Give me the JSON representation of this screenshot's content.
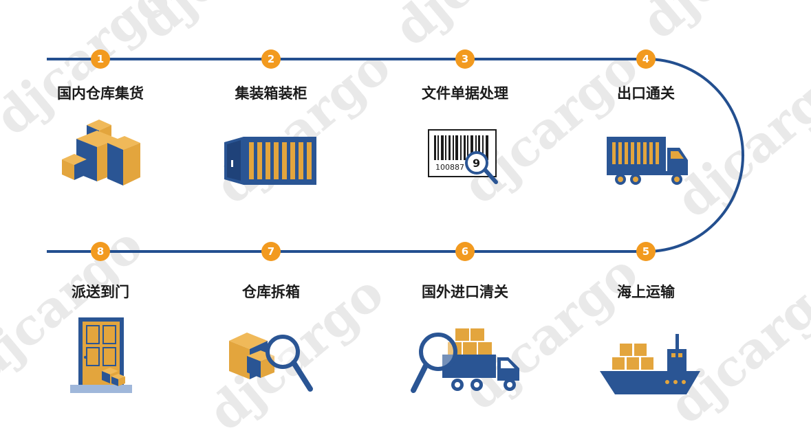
{
  "watermark": "djcargo",
  "colors": {
    "line": "#234f8f",
    "accent": "#f29a1f",
    "navy": "#2a5594",
    "gold": "#e3a53d"
  },
  "steps": [
    {
      "number": "1",
      "label": "国内仓库集货",
      "icon": "boxes-icon"
    },
    {
      "number": "2",
      "label": "集装箱装柜",
      "icon": "container-icon"
    },
    {
      "number": "3",
      "label": "文件单据处理",
      "icon": "barcode-icon",
      "barcode_text": "100887",
      "magnifier_text": "9"
    },
    {
      "number": "4",
      "label": "出口通关",
      "icon": "truck-icon"
    },
    {
      "number": "5",
      "label": "海上运输",
      "icon": "ship-icon"
    },
    {
      "number": "6",
      "label": "国外进口清关",
      "icon": "truck-magnifier-icon"
    },
    {
      "number": "7",
      "label": "仓库拆箱",
      "icon": "box-magnifier-icon"
    },
    {
      "number": "8",
      "label": "派送到门",
      "icon": "door-icon"
    }
  ]
}
